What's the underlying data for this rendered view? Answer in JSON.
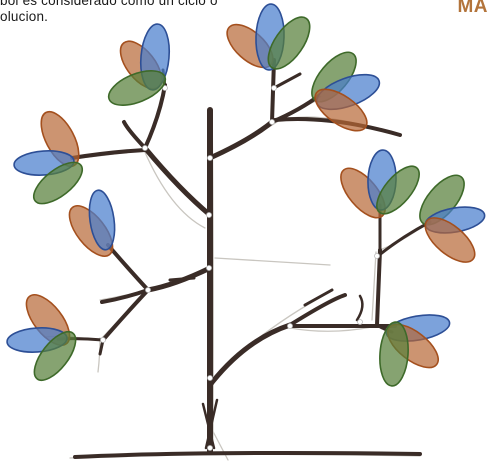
{
  "caption": {
    "line1": "bol es considerado como un ciclo o",
    "line2": "olucion."
  },
  "corner_mark": "MA",
  "colors": {
    "branch": "#3a2c27",
    "leaf_blue": "#4a7ecd",
    "leaf_orange": "#b76634",
    "leaf_green": "#58803a"
  }
}
